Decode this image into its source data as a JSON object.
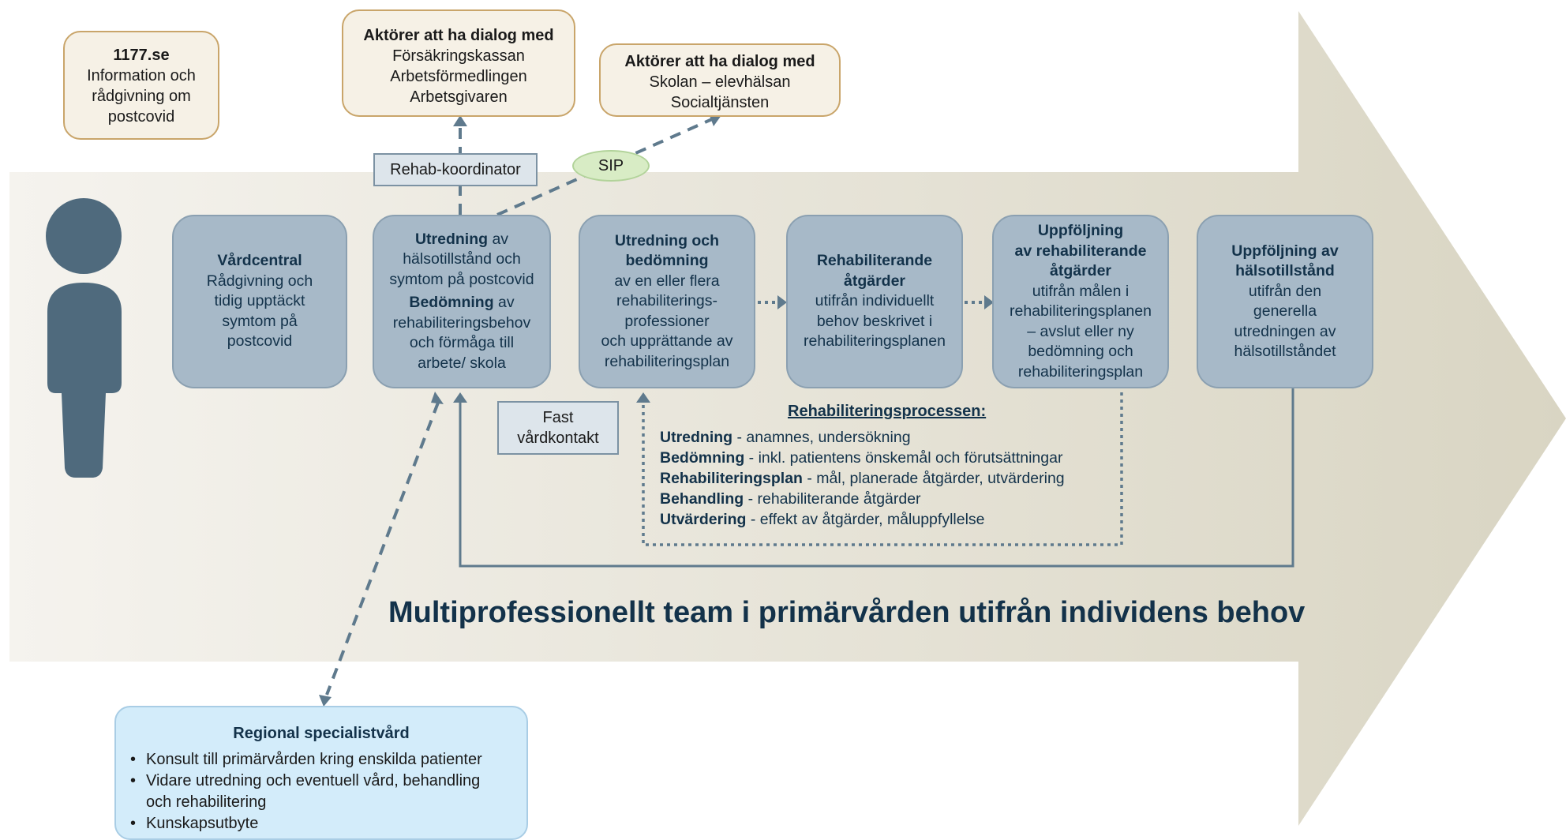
{
  "info_box": {
    "title": "1177.se",
    "lines": [
      "Information och",
      "rådgivning om",
      "postcovid"
    ]
  },
  "actors_1": {
    "title": "Aktörer att ha dialog med",
    "lines": [
      "Försäkringskassan",
      "Arbetsförmedlingen",
      "Arbetsgivaren"
    ]
  },
  "actors_2": {
    "title": "Aktörer att ha dialog med",
    "lines": [
      "Skolan – elevhälsan",
      "Socialtjänsten"
    ]
  },
  "rehab_coordinator": "Rehab-koordinator",
  "sip": "SIP",
  "fast_vardkontakt": [
    "Fast",
    "vårdkontakt"
  ],
  "steps": [
    {
      "title": "Vårdcentral",
      "lines": [
        "Rådgivning och",
        "tidig upptäckt",
        "symtom på",
        "postcovid"
      ]
    },
    {
      "title": "Utredning",
      "title_rest": " av",
      "lines": [
        "hälsotillstånd och",
        "symtom på postcovid"
      ],
      "title2": "Bedömning",
      "title2_rest": " av",
      "lines2": [
        "rehabiliteringsbehov",
        "och förmåga till",
        "arbete/ skola"
      ]
    },
    {
      "title_lines": [
        "Utredning och",
        "bedömning"
      ],
      "lines": [
        "av en eller flera",
        "rehabiliterings-",
        "professioner",
        "och upprättande av",
        "rehabiliteringsplan"
      ]
    },
    {
      "title_lines": [
        "Rehabiliterande",
        "åtgärder"
      ],
      "lines": [
        "utifrån individuellt",
        "behov beskrivet i",
        "rehabiliteringsplanen"
      ]
    },
    {
      "title_lines": [
        "Uppföljning",
        "av rehabiliterande",
        "åtgärder"
      ],
      "lines": [
        "utifrån målen i",
        "rehabiliteringsplanen",
        "– avslut eller ny",
        "bedömning och",
        "rehabiliteringsplan"
      ]
    },
    {
      "title_lines": [
        "Uppföljning av",
        "hälsotillstånd"
      ],
      "lines": [
        "utifrån den",
        "generella",
        "utredningen av",
        "hälsotillståndet"
      ]
    }
  ],
  "rehab_process": {
    "title": "Rehabiliteringsprocessen:",
    "items": [
      {
        "term": "Utredning",
        "desc": " - anamnes, undersökning"
      },
      {
        "term": "Bedömning",
        "desc": " - inkl. patientens önskemål och förutsättningar"
      },
      {
        "term": "Rehabiliteringsplan",
        "desc": " - mål, planerade åtgärder, utvärdering"
      },
      {
        "term": "Behandling",
        "desc": " - rehabiliterande åtgärder"
      },
      {
        "term": "Utvärdering",
        "desc": " - effekt av åtgärder, måluppfyllelse"
      }
    ]
  },
  "team_title": "Multiprofessionellt team i primärvården utifrån individens behov",
  "regional": {
    "title": "Regional specialistvård",
    "items": [
      [
        "Konsult till primärvården kring enskilda patienter"
      ],
      [
        "Vidare utredning och eventuell vård, behandling",
        "och rehabilitering"
      ],
      [
        "Kunskapsutbyte"
      ]
    ]
  },
  "colors": {
    "arrow_light": "#f5f3ee",
    "arrow_dark": "#d9d5c3",
    "step_fill": "#a7b9c8",
    "person": "#4f6a7d",
    "connector": "#5f7a8d",
    "note_border": "#c9a56a",
    "regional_fill": "#d3ecfa"
  },
  "icons": {
    "person": "person-icon"
  }
}
